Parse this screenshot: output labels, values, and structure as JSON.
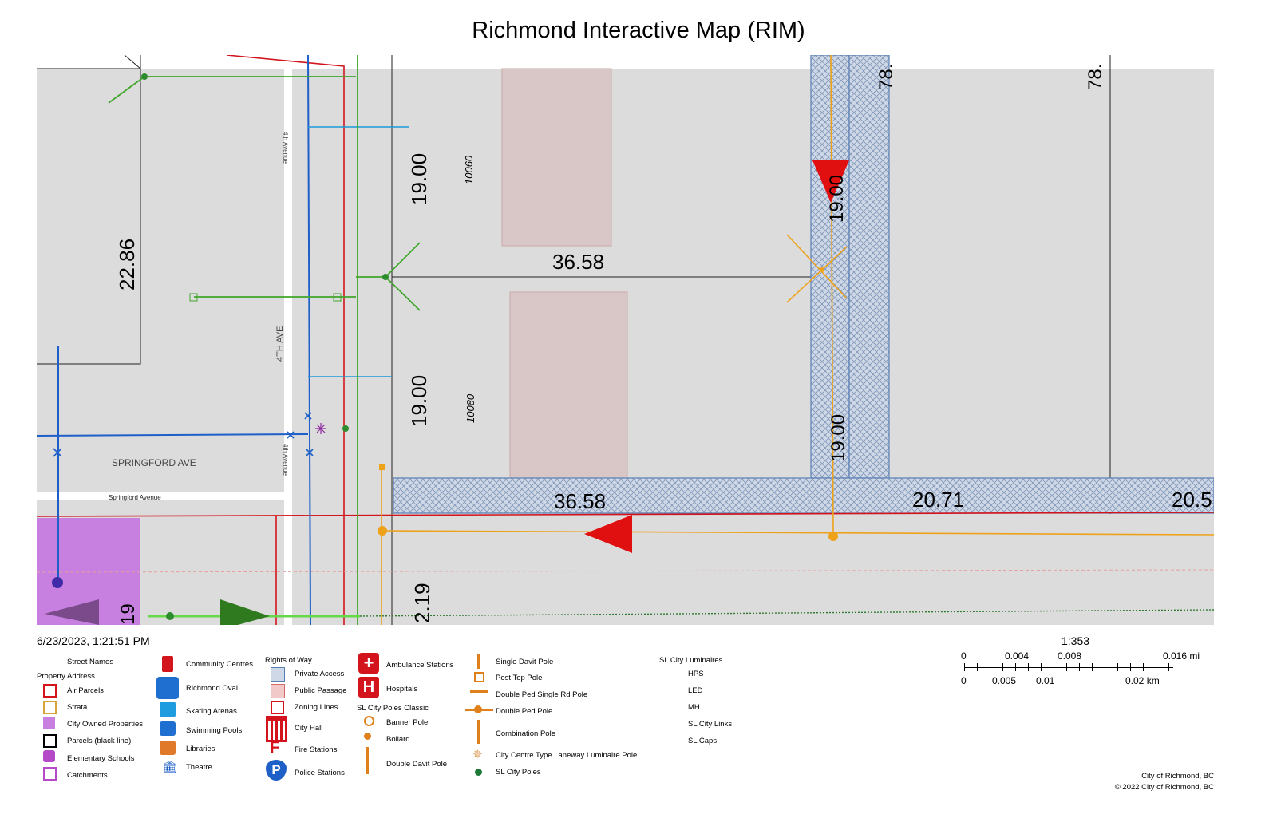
{
  "title": "Richmond Interactive Map (RIM)",
  "timestamp": "6/23/2023, 1:21:51 PM",
  "scale": {
    "ratio": "1:353",
    "mi_ticks": [
      "0",
      "0.004",
      "0.008",
      "0.016 mi"
    ],
    "km_ticks": [
      "0",
      "0.005",
      "0.01",
      "0.02 km"
    ]
  },
  "credit": {
    "line1": "City of Richmond, BC",
    "line2": "© 2022 City of Richmond, BC"
  },
  "map_labels": {
    "parcel_22_86": "22.86",
    "parcel_19_00_a": "19.00",
    "parcel_19_00_b": "19.00",
    "parcel_19_00_c": "19.00",
    "parcel_19_00_d": "19.00",
    "parcel_36_58_a": "36.58",
    "parcel_36_58_b": "36.58",
    "parcel_20_71": "20.71",
    "parcel_20_5": "20.5",
    "parcel_78_a": "78.",
    "parcel_78_b": "78.",
    "parcel_2_19": "2.19",
    "parcel_19_edge": "19",
    "address_10060": "10060",
    "address_10080": "10080",
    "street_4th_ave_upper": "4TH AVE",
    "street_4th_avenue": "4th Avenue",
    "street_4th_avenue_b": "4th Avenue",
    "street_springford_upper": "SPRINGFORD AVE",
    "street_springford": "Springford Avenue"
  },
  "legend": {
    "col1": {
      "street_names": "Street Names",
      "property_address": "Property Address",
      "air_parcels": "Air Parcels",
      "strata": "Strata",
      "city_owned": "City Owned Properties",
      "parcels_black": "Parcels (black line)",
      "elementary_schools": "Elementary Schools",
      "catchments": "Catchments"
    },
    "col2": {
      "community_centres": "Community Centres",
      "richmond_oval": "Richmond Oval",
      "skating_arenas": "Skating Arenas",
      "swimming_pools": "Swimming Pools",
      "libraries": "Libraries",
      "theatre": "Theatre"
    },
    "col3": {
      "rights_of_way": "Rights of Way",
      "private_access": "Private Access",
      "public_passage": "Public Passage",
      "zoning_lines": "Zoning Lines",
      "city_hall": "City Hall",
      "fire_stations": "Fire Stations",
      "police_stations": "Police Stations"
    },
    "col4": {
      "ambulance_stations": "Ambulance Stations",
      "hospitals": "Hospitals",
      "sl_city_poles_classic": "SL City Poles Classic",
      "banner_pole": "Banner Pole",
      "bollard": "Bollard",
      "double_davit_pole": "Double Davit Pole"
    },
    "col5": {
      "single_davit_pole": "Single Davit Pole",
      "post_top_pole": "Post Top Pole",
      "double_ped_single_rd_pole": "Double Ped Single Rd Pole",
      "double_ped_pole": "Double Ped Pole",
      "combination_pole": "Combination Pole",
      "city_centre_laneway": "City Centre Type Laneway Luminaire Pole",
      "sl_city_poles": "SL City Poles"
    },
    "col6": {
      "sl_city_luminaires": "SL City Luminaires",
      "hps": "HPS",
      "led": "LED",
      "mh": "MH",
      "sl_city_links": "SL City Links",
      "sl_caps": "SL Caps"
    }
  },
  "colors": {
    "parcel_fill": "#dcdcdc",
    "building_fill": "#d9c6c6",
    "city_owned": "#c77fe0",
    "water_blue": "#1f5fc8",
    "storm_green": "#3fa62a",
    "zoning_red": "#d4141c",
    "luminaire_orange": "#eda21a",
    "crosshatch_blue": "#8aa4c9"
  }
}
